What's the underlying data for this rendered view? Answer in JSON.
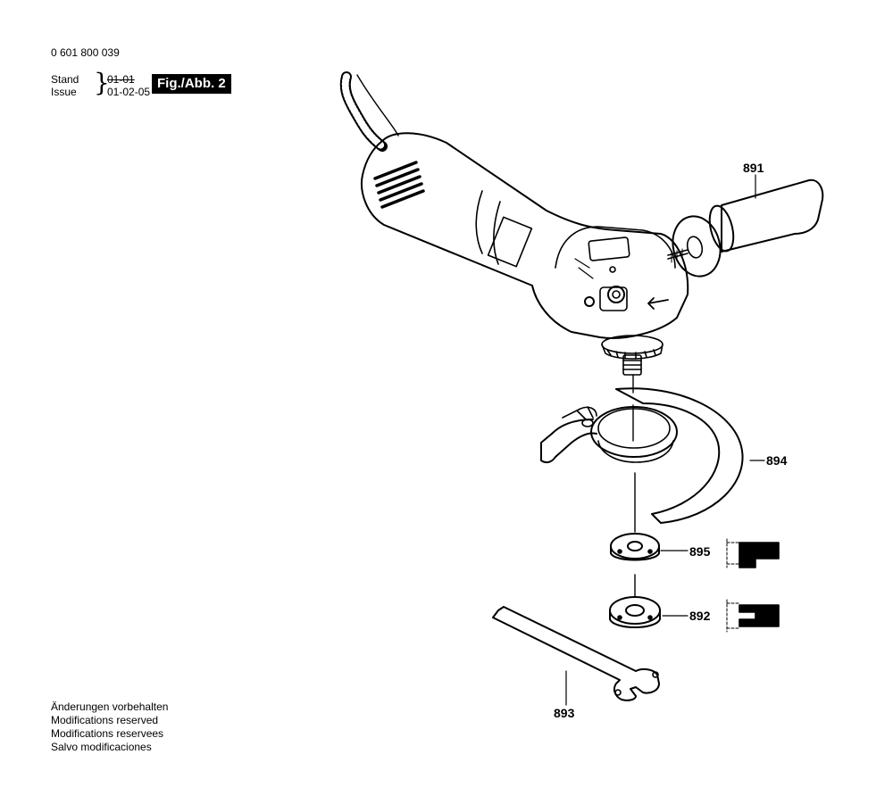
{
  "header": {
    "part_number": "0 601 800 039",
    "stand_label": "Stand",
    "stand_date": "01-01",
    "issue_label": "Issue",
    "issue_date": "01-02-05",
    "figure_label": "Fig./Abb. 2"
  },
  "callouts": {
    "c891": "891",
    "c894": "894",
    "c895": "895",
    "c892": "892",
    "c893": "893"
  },
  "notes": [
    "Änderungen vorbehalten",
    "Modifications reserved",
    "Modifications reservees",
    "Salvo modificaciones"
  ]
}
